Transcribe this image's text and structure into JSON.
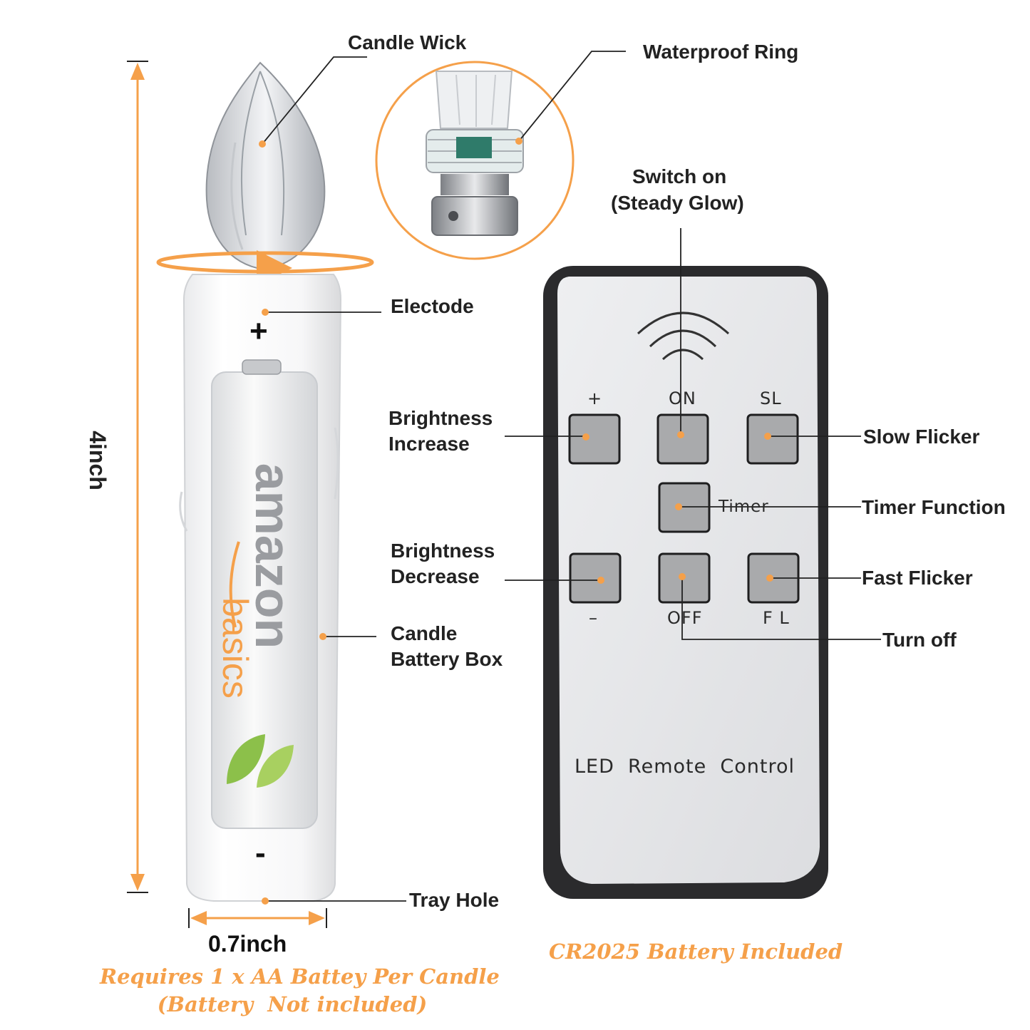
{
  "labels": {
    "candle_wick": "Candle Wick",
    "waterproof_ring": "Waterproof Ring",
    "switch_on_line1": "Switch on",
    "switch_on_line2": "(Steady Glow)",
    "electode": "Electode",
    "brightness_increase_line1": "Brightness",
    "brightness_increase_line2": "Increase",
    "brightness_decrease_line1": "Brightness",
    "brightness_decrease_line2": "Decrease",
    "slow_flicker": "Slow Flicker",
    "timer_function": "Timer Function",
    "fast_flicker": "Fast Flicker",
    "turn_off": "Turn off",
    "battery_box_line1": "Candle",
    "battery_box_line2": "Battery Box",
    "tray_hole": "Tray Hole",
    "height": "4inch",
    "width": "0.7inch"
  },
  "candle": {
    "plus_sign": "+",
    "minus_sign": "-",
    "battery_brand_line1": "amazon",
    "battery_brand_line2": "basics"
  },
  "remote": {
    "title": "LED  Remote  Control",
    "button_labels": {
      "plus": "+",
      "on": "ON",
      "sl": "SL",
      "timer": "Timer",
      "minus": "–",
      "off": "OFF",
      "fl": "F L"
    }
  },
  "notes": {
    "aa_line1": "Requires 1 x AA Battey Per Candle",
    "aa_line2": "(Battery  Not included)",
    "cr2025": "CR2025 Battery Included"
  },
  "colors": {
    "accent_orange": "#f5a04a",
    "remote_body": "#e6e7e9",
    "remote_frame": "#2b2b2d",
    "button_face": "#a9aaac",
    "text_dark": "#222222"
  }
}
